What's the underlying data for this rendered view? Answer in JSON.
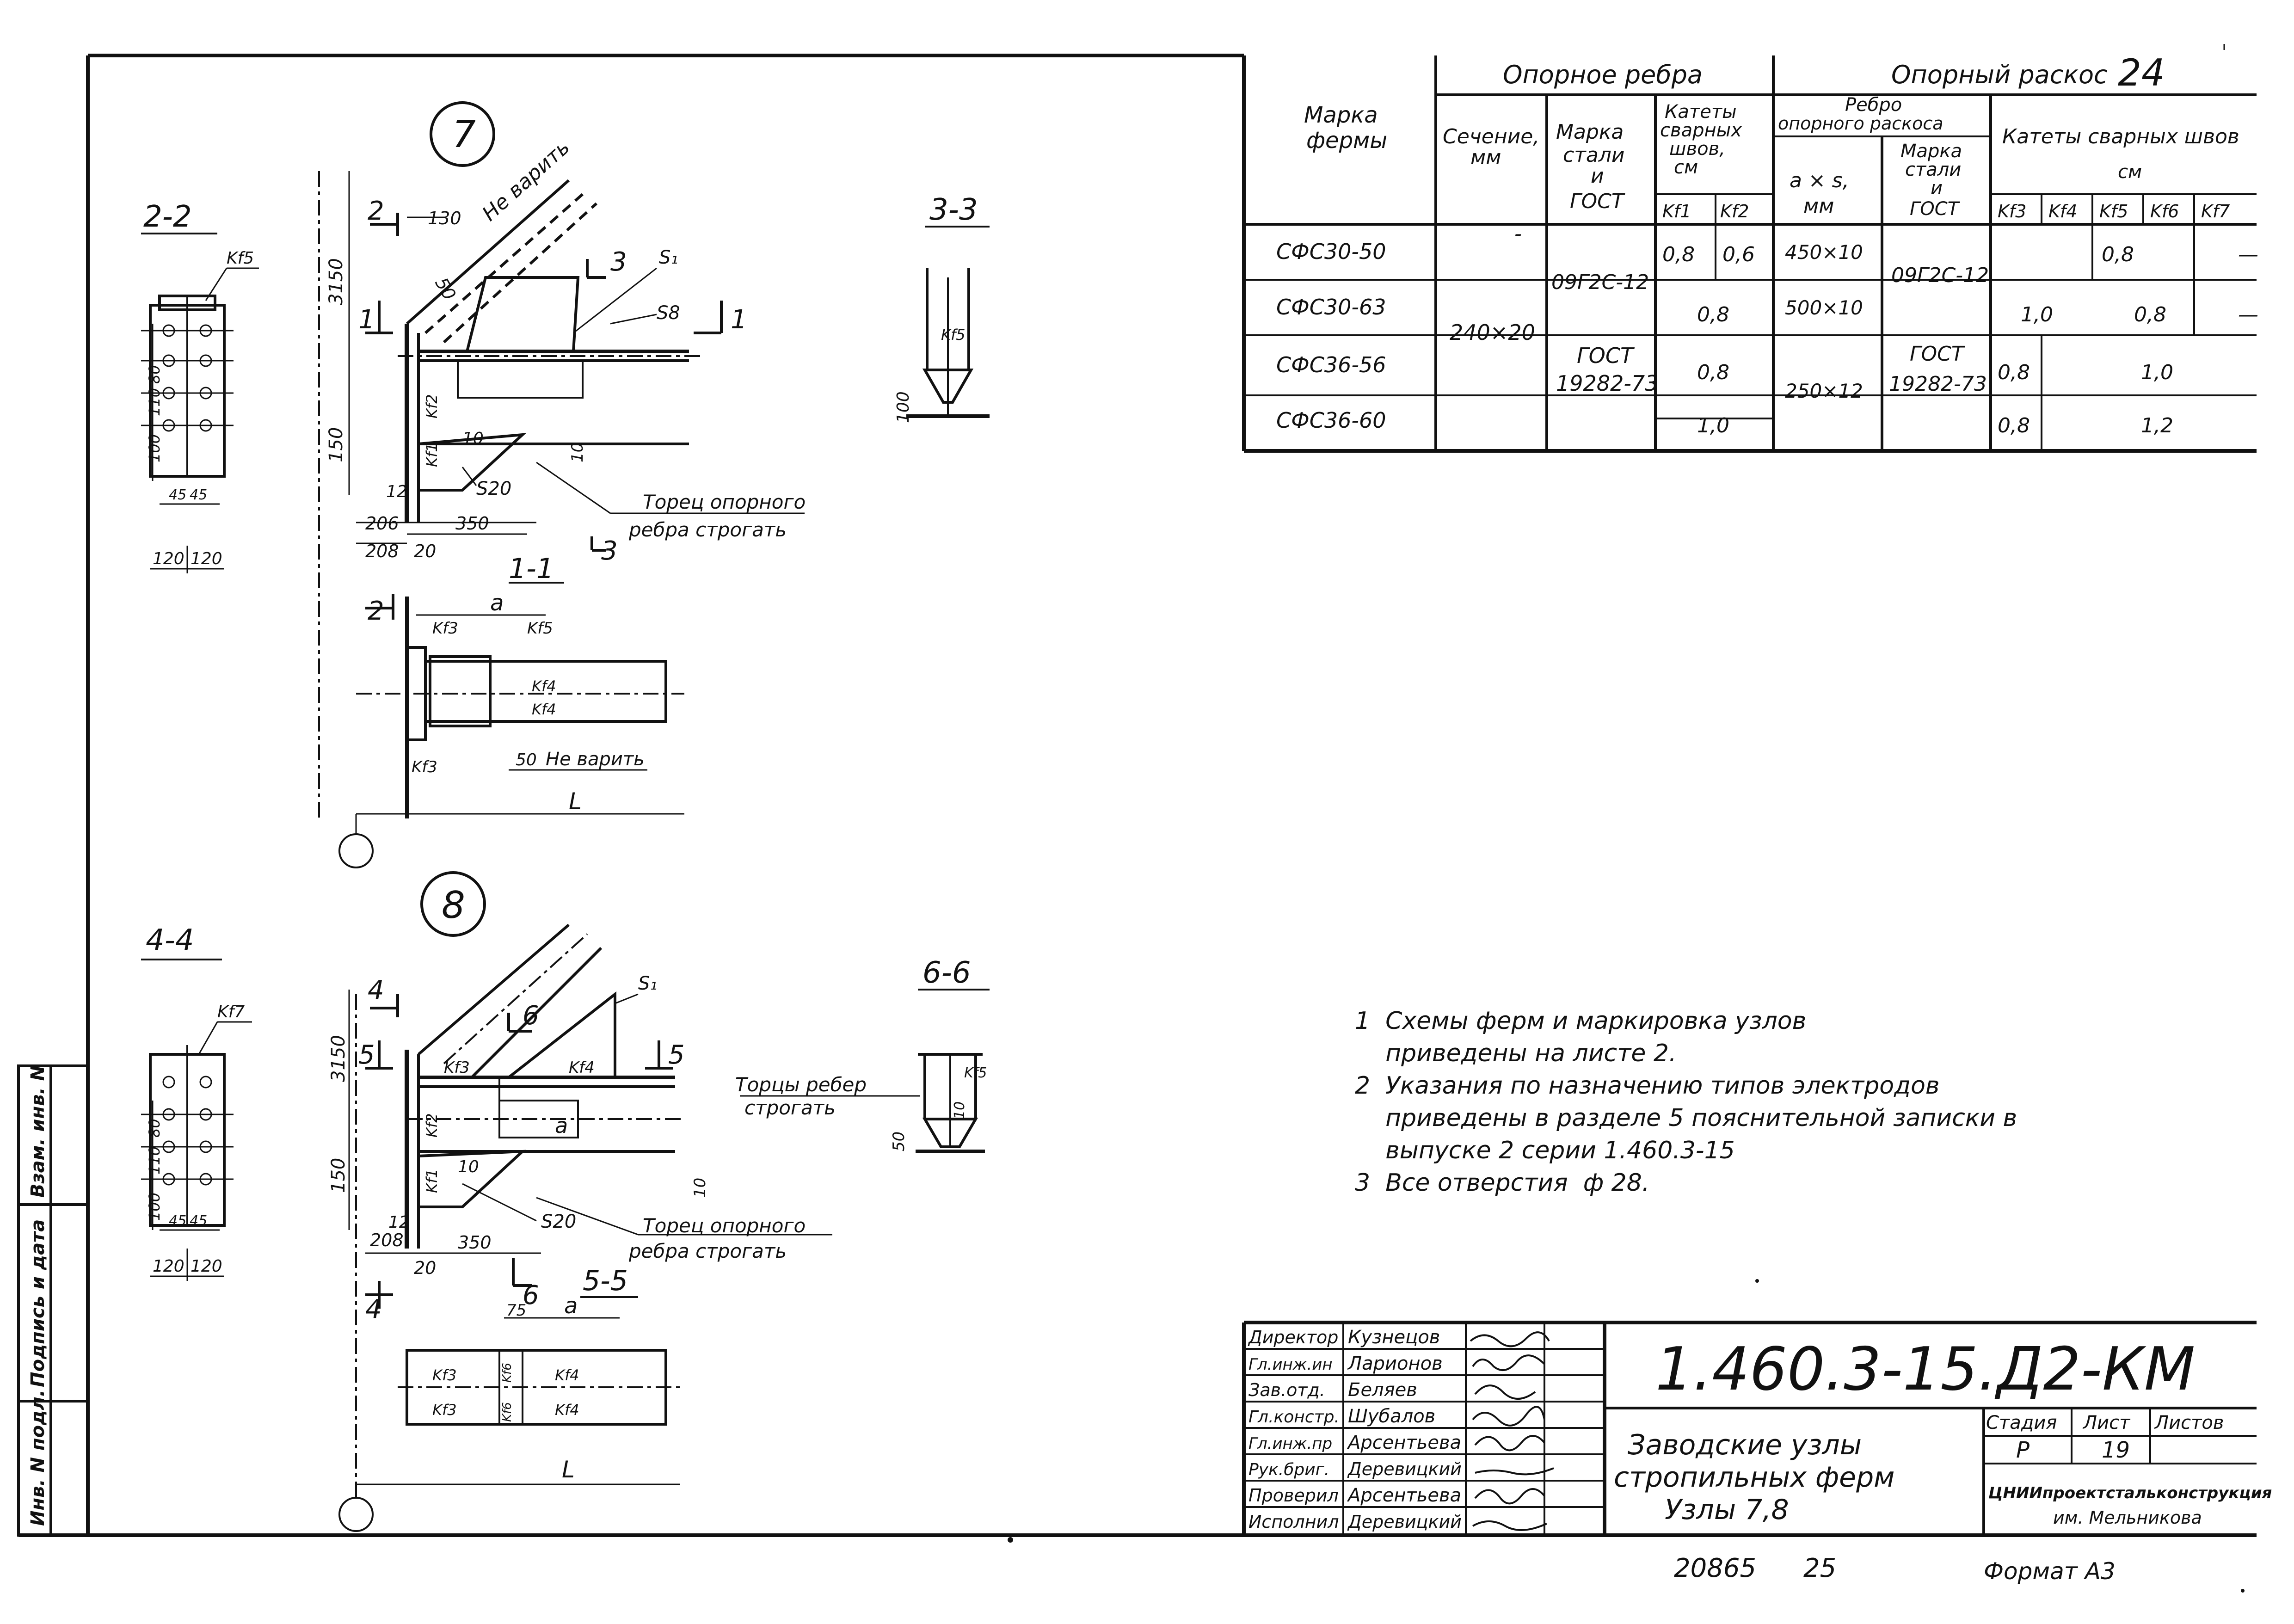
{
  "sheet_number_rotated": "Инв. N подл.",
  "side_stamp": [
    "Инв. N подл.",
    "Подпись и дата",
    "Взам. инв. N"
  ],
  "node7": {
    "number": "7",
    "no_weld": "Не варить",
    "dim_130": "130",
    "dim_50": "50",
    "dim_3150": "3150",
    "dim_150": "150",
    "dim_12": "12",
    "dim_206": "206",
    "dim_208": "208",
    "dim_20": "20",
    "dim_350": "350",
    "dim_10": "10",
    "s1": "S₁",
    "s8": "S8",
    "s20": "S20",
    "kf1": "Kf1",
    "kf2": "Kf2",
    "mark2": "2",
    "mark1": "1",
    "mark3": "3",
    "note_line1": "Торец опорного",
    "note_line2": "ребра строгать"
  },
  "sec11": {
    "title": "1-1",
    "a": "a",
    "kf3": "Kf3",
    "kf5": "Kf5",
    "kf4a": "Kf4",
    "kf4b": "Kf4",
    "kf3b": "Kf3",
    "dim50": "50",
    "no_weld": "Не варить",
    "L": "L",
    "mark2": "2"
  },
  "sec22": {
    "title": "2-2",
    "kf5": "Kf5",
    "dims_v": [
      "100",
      "110",
      "80"
    ],
    "dims_h": [
      "45",
      "45"
    ],
    "dims_b": [
      "120",
      "120"
    ]
  },
  "sec33": {
    "title": "3-3",
    "kf5": "Kf5",
    "dim": "100"
  },
  "node8": {
    "number": "8",
    "dim_3150": "3150",
    "dim_150": "150",
    "dim_12": "12",
    "dim_208": "208",
    "dim_20": "20",
    "dim_350": "350",
    "dim_10": "10",
    "s1": "S₁",
    "s20": "S20",
    "kf1": "Kf1",
    "kf2": "Kf2",
    "kf3": "Kf3",
    "kf4": "Kf4",
    "a": "a",
    "mark4": "4",
    "mark5": "5",
    "mark6": "6",
    "dim_10b": "10",
    "note_line1": "Торец опорного",
    "note_line2": "ребра строгать"
  },
  "sec55": {
    "title": "5-5",
    "dim75": "75",
    "a": "a",
    "kf3a": "Kf3",
    "kf3b": "Kf3",
    "kf4a": "Kf4",
    "kf4b": "Kf4",
    "kf6a": "Kf6",
    "kf6b": "Kf6",
    "L": "L"
  },
  "sec44": {
    "title": "4-4",
    "kf7": "Kf7",
    "dims_v": [
      "100",
      "110",
      "80"
    ],
    "dims_h": [
      "45",
      "45"
    ],
    "dims_b": [
      "120",
      "120"
    ]
  },
  "sec66": {
    "title": "6-6",
    "kf5": "Kf5",
    "dim10": "10",
    "dim50": "50",
    "note_line1": "Торцы ребер",
    "note_line2": "строгать"
  },
  "table": {
    "h_mark": [
      "Марка",
      "фермы"
    ],
    "h_rib": "Опорное ребра",
    "h_brace": "Опорный раскос",
    "h_brace_note": "24",
    "h_section": [
      "Сечение,",
      "мм"
    ],
    "h_steel": [
      "Марка",
      "стали",
      "и",
      "ГОСТ"
    ],
    "h_legs": [
      "Катеты",
      "сварных",
      "швов,",
      "см"
    ],
    "h_kf1": "Kf1",
    "h_kf2": "Kf2",
    "h_brace_rib": [
      "Ребро",
      "опорного раскоса"
    ],
    "h_axs": [
      "a × s,",
      "мм"
    ],
    "h_steel2": [
      "Марка",
      "стали",
      "и",
      "ГОСТ"
    ],
    "h_legs2": [
      "Катеты сварных швов",
      "см"
    ],
    "h_kf_cols": [
      "Kf3",
      "Kf4",
      "Kf5",
      "Kf6",
      "Kf7"
    ],
    "rows": [
      {
        "mark": "СФС30-50",
        "kf1": "0,8",
        "kf2": "0,6",
        "axs": "450×10",
        "brace": "0,8",
        "last": "—"
      },
      {
        "mark": "СФС30-63",
        "kf12": "0,8",
        "axs": "500×10",
        "kf3": "1,0",
        "kf5": "0,8",
        "last": "—"
      },
      {
        "mark": "СФС36-56",
        "kf12": "0,8",
        "axs": "250×12",
        "kf3": "0,8",
        "kf45": "1,0"
      },
      {
        "mark": "СФС36-60",
        "kf12": "1,0",
        "kf3": "0,8",
        "kf45": "1,2"
      }
    ],
    "section_val": "240×20",
    "section_dash": "-",
    "steel1": "09Г2С-12",
    "steel2": [
      "ГОСТ",
      "19282-73"
    ],
    "steel3": "09Г2С-12",
    "steel4": [
      "ГОСТ",
      "19282-73"
    ]
  },
  "notes": [
    "1  Схемы ферм и маркировка узлов",
    "    приведены на листе 2.",
    "2  Указания по назначению типов электродов",
    "    приведены в разделе 5 пояснительной записки в",
    "    выпуске 2 серии 1.460.3-15",
    "3  Все отверстия  ф 28."
  ],
  "stamp": {
    "roles": [
      "Директор",
      "Гл.инж.ин",
      "Зав.отд.",
      "Гл.констр.",
      "Гл.инж.пр",
      "Рук.бриг.",
      "Проверил",
      "Исполнил"
    ],
    "names": [
      "Кузнецов",
      "Ларионов",
      "Беляев",
      "Шубалов",
      "Арсентьева",
      "Деревицкий",
      "Арсентьева",
      "Деревицкий"
    ],
    "code": "1.460.3-15.Д2-КМ",
    "title": [
      "Заводские узлы",
      "стропильных ферм",
      "Узлы 7,8"
    ],
    "h_stage": "Стадия",
    "h_sheet": "Лист",
    "h_sheets": "Листов",
    "stage": "Р",
    "sheet": "19",
    "org1": "ЦНИИпроектстальконструкция",
    "org2": "им. Мельникова",
    "inv": "20865",
    "inv2": "25",
    "format": "Формат А3"
  }
}
